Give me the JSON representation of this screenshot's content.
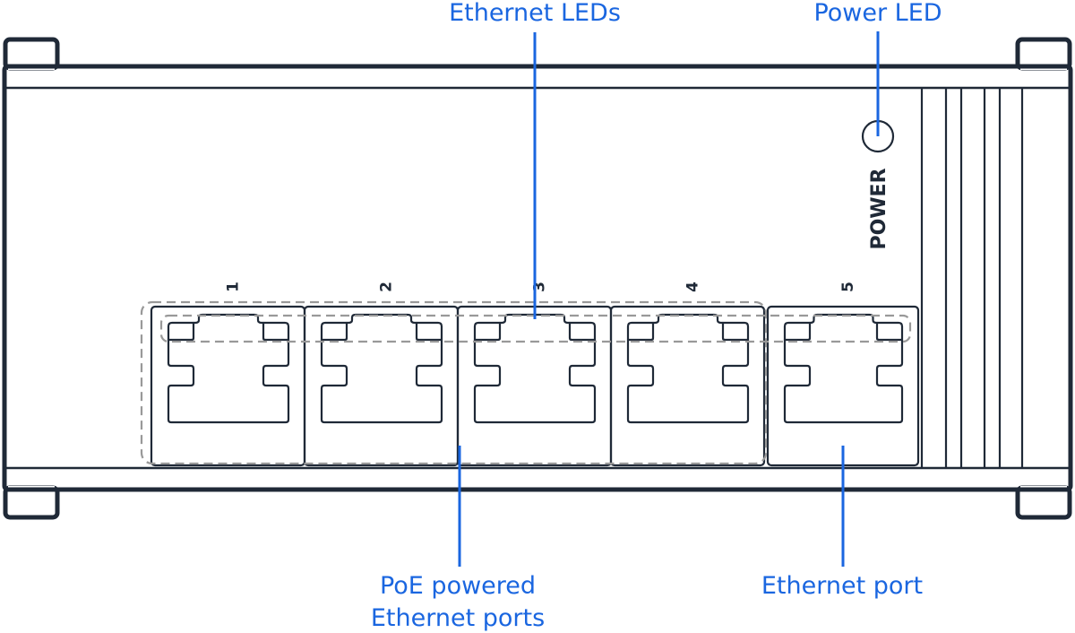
{
  "diagram": {
    "subject": "Network switch front panel",
    "colors": {
      "outline": "#1f2937",
      "callout": "#1a66e0",
      "grouping_dash": "#999999"
    },
    "callouts": {
      "ethernet_leds": "Ethernet LEDs",
      "power_led": "Power LED",
      "poe_ports_line1": "PoE powered",
      "poe_ports_line2": "Ethernet ports",
      "ethernet_port": "Ethernet port"
    },
    "panel_labels": {
      "power": "POWER"
    },
    "ports": [
      {
        "number": "1",
        "type": "PoE"
      },
      {
        "number": "2",
        "type": "PoE"
      },
      {
        "number": "3",
        "type": "PoE"
      },
      {
        "number": "4",
        "type": "PoE"
      },
      {
        "number": "5",
        "type": "Ethernet"
      }
    ]
  }
}
